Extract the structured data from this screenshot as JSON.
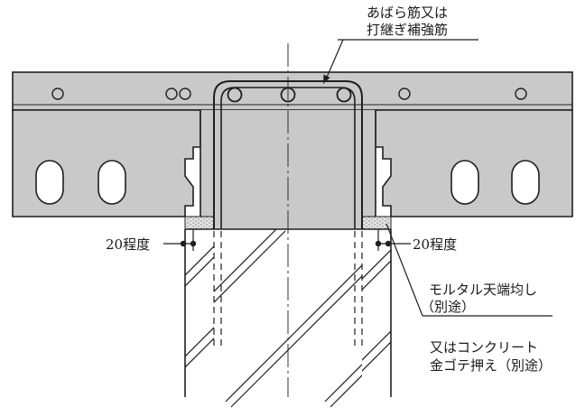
{
  "colors": {
    "concrete": "#c9c9c9",
    "line": "#1f1f1f",
    "mortar": "#e2e2e2",
    "background": "#ffffff"
  },
  "labels": {
    "rebar_line1": "あばら筋又は",
    "rebar_line2": "打継ぎ補強筋",
    "gap_left": "20程度",
    "gap_right": "20程度",
    "mortar_line1": "モルタル天端均し",
    "mortar_line2": "（別途）",
    "trowel_line1": "又はコンクリート",
    "trowel_line2": "金ゴテ押え（別途）"
  }
}
